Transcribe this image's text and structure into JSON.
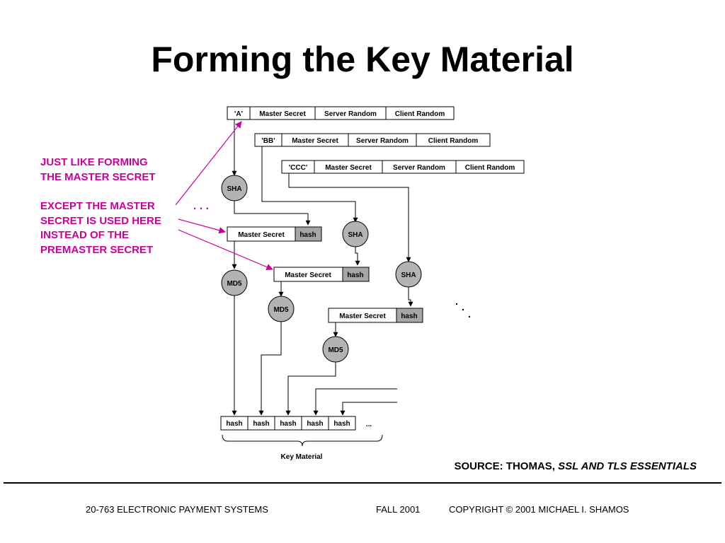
{
  "slide": {
    "title": "Forming the Key Material",
    "annotation_1": "JUST LIKE FORMING\nTHE MASTER SECRET",
    "annotation_2": "EXCEPT THE MASTER\nSECRET IS USED HERE\nINSTEAD OF THE\nPREMASTER SECRET",
    "continuation_dots": ". . .",
    "source_prefix": "SOURCE: THOMAS, ",
    "source_book": "SSL AND TLS ESSENTIALS"
  },
  "diagram": {
    "row_a": [
      "'A'",
      "Master Secret",
      "Server Random",
      "Client Random"
    ],
    "row_bb": [
      "'BB'",
      "Master Secret",
      "Server Random",
      "Client Random"
    ],
    "row_ccc": [
      "'CCC'",
      "Master Secret",
      "Server Random",
      "Client Random"
    ],
    "sha_label": "SHA",
    "md5_label": "MD5",
    "md5_input": [
      "Master Secret",
      "hash"
    ],
    "output_cells": [
      "hash",
      "hash",
      "hash",
      "hash",
      "hash"
    ],
    "output_ellipsis": "...",
    "brace_label": "Key Material",
    "annotation_color": "#cc0099",
    "node_fill": "#b3b3b3",
    "hash_fill": "#a6a6a6"
  },
  "footer": {
    "course": "20-763 ELECTRONIC PAYMENT SYSTEMS",
    "term": "FALL 2001",
    "copyright": "COPYRIGHT © 2001 MICHAEL I. SHAMOS"
  }
}
